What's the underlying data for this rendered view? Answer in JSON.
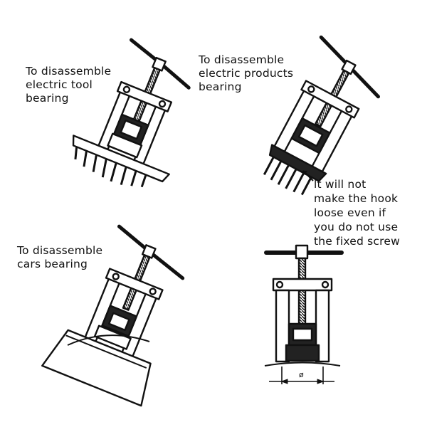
{
  "captions": {
    "electric_tool": [
      "To disassemble",
      "electric tool",
      "bearing"
    ],
    "electric_products": [
      "To disassemble",
      "electric products",
      "bearing"
    ],
    "cars": [
      "To disassemble",
      "cars bearing"
    ],
    "hook_note": [
      "lt will not",
      "make the hook",
      "loose even if",
      "you do not use",
      "the fixed screw"
    ]
  },
  "dimension_symbol": "ø"
}
